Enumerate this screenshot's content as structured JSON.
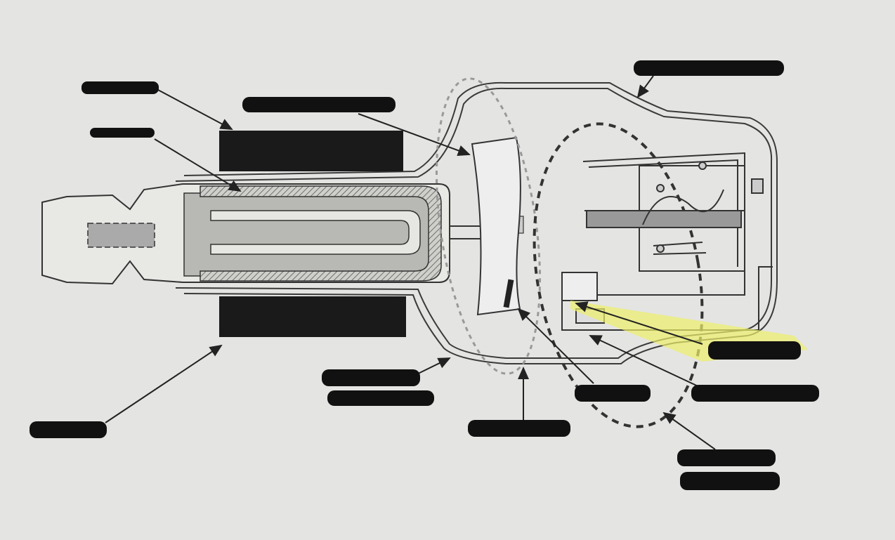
{
  "diagram": {
    "labels": [
      {
        "id": "label-top-left-1",
        "text": "",
        "redacted": true
      },
      {
        "id": "label-top-left-2",
        "text": "",
        "redacted": true
      },
      {
        "id": "label-top-center",
        "text": "",
        "redacted": true
      },
      {
        "id": "label-top-right",
        "text": "",
        "redacted": true
      },
      {
        "id": "label-bottom-left",
        "text": "",
        "redacted": true
      },
      {
        "id": "label-bottom-center-left",
        "text": "",
        "redacted": true
      },
      {
        "id": "label-bottom-center",
        "text": "",
        "redacted": true
      },
      {
        "id": "label-bottom-center-right",
        "text": "",
        "redacted": true
      },
      {
        "id": "label-right-highlighted",
        "text": "",
        "redacted": true,
        "highlighted": true
      },
      {
        "id": "label-right-lower",
        "text": "",
        "redacted": true
      },
      {
        "id": "label-bottom-right",
        "text": "",
        "redacted": true
      }
    ]
  },
  "colors": {
    "paper": "#e4e4e2",
    "ink": "#2a2a2a",
    "redaction": "#111111",
    "highlight": "#eef06a",
    "tube-fill": "#b8b8b4"
  }
}
